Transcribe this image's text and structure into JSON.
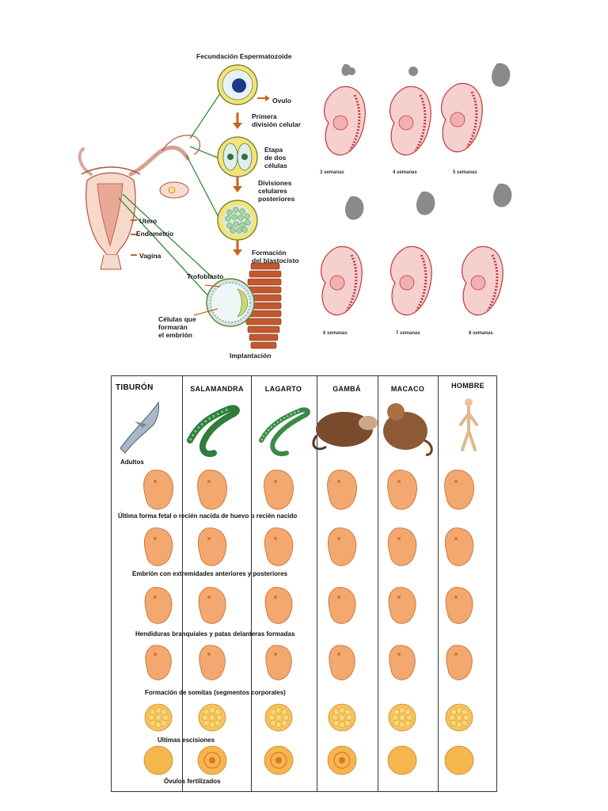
{
  "fertilization": {
    "title": "Fecundación Espermatozoide",
    "steps": [
      "Ovulo",
      "Primera\ndivisión celular",
      "Etapa\nde dos\ncélulas",
      "Divisiones\ncelulares\nposteriores",
      "Formación\ndel blastocisto"
    ],
    "anatomy": [
      "Utero",
      "Endometrio",
      "Vagina"
    ],
    "implantation": [
      "Trofoblasto",
      "Células que\nformarán\nel embrión",
      "Implantación"
    ]
  },
  "embryo_weeks": [
    "3 semanas",
    "4 semanas",
    "5 semanas",
    "6 semanas",
    "7 semanas",
    "8 semanas"
  ],
  "comparison": {
    "species": [
      "TIBURÓN",
      "SALAMANDRA",
      "LAGARTO",
      "GAMBÁ",
      "MACACO",
      "HOMBRE"
    ],
    "adults_label": "Adultos",
    "rows": [
      "Última forma fetal o recién nacida de huevo o recién nacido",
      "Embrión con extremidades anteriores y posteriores",
      "Hendiduras branquiales y patas delanteras formadas",
      "Formación de somitas (segmentos corporales)",
      "Ultimas escisiones",
      "Óvulos fertilizados"
    ]
  },
  "colors": {
    "arrow": "#c8641e",
    "green_line": "#2e8b3a",
    "embryo_pink": "#f3c2c2",
    "embryo_line": "#c0393b",
    "silhouette": "#8a8a8a",
    "embryo_orange": "#f2a36a"
  }
}
